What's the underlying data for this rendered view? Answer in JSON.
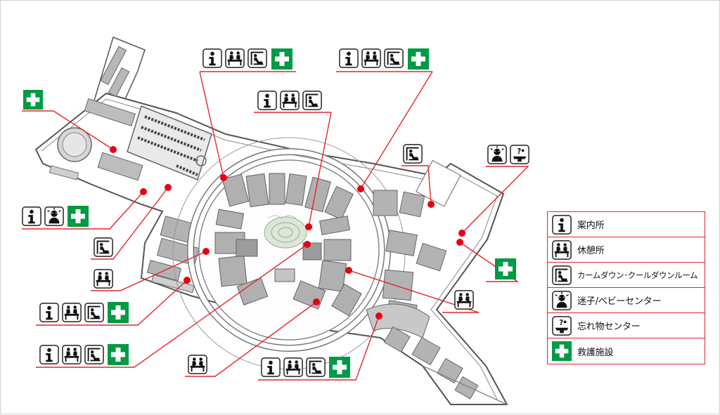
{
  "colors": {
    "leader": "#e3262b",
    "marker": "#e60012",
    "first_aid": "#009a44",
    "building": "#a9a9a9",
    "building_stroke": "#6e6e6e",
    "ground": "#ffffff",
    "green": "#cfd8c9"
  },
  "legend": [
    {
      "icon": "info-icon",
      "label": "案内所"
    },
    {
      "icon": "rest-icon",
      "label": "休憩所"
    },
    {
      "icon": "calmdown-icon",
      "label": "カームダウン･クールダウンルーム"
    },
    {
      "icon": "lost-child-icon",
      "label": "迷子/ベビーセンター"
    },
    {
      "icon": "lost-item-icon",
      "label": "忘れ物センター"
    },
    {
      "icon": "first-aid-icon",
      "label": "救護施設"
    }
  ],
  "markers": [
    {
      "name": "marker-west-gate-first-aid",
      "icons": [
        "first-aid-icon"
      ]
    },
    {
      "name": "marker-north-info-hub",
      "icons": [
        "info-icon",
        "rest-icon",
        "calmdown-icon",
        "first-aid-icon"
      ]
    },
    {
      "name": "marker-north-east-info-hub",
      "icons": [
        "info-icon",
        "rest-icon",
        "calmdown-icon",
        "first-aid-icon"
      ]
    },
    {
      "name": "marker-center-north-info",
      "icons": [
        "info-icon",
        "rest-icon",
        "calmdown-icon"
      ]
    },
    {
      "name": "marker-west-info-lost-child",
      "icons": [
        "info-icon",
        "lost-child-icon",
        "first-aid-icon"
      ]
    },
    {
      "name": "marker-west-calmdown",
      "icons": [
        "calmdown-icon"
      ]
    },
    {
      "name": "marker-west-rest",
      "icons": [
        "rest-icon"
      ]
    },
    {
      "name": "marker-south-west-info-hub",
      "icons": [
        "info-icon",
        "rest-icon",
        "calmdown-icon",
        "first-aid-icon"
      ]
    },
    {
      "name": "marker-south-west-info-hub-2",
      "icons": [
        "info-icon",
        "rest-icon",
        "calmdown-icon",
        "first-aid-icon"
      ]
    },
    {
      "name": "marker-center-rest",
      "icons": [
        "rest-icon"
      ]
    },
    {
      "name": "marker-south-info-hub",
      "icons": [
        "info-icon",
        "rest-icon",
        "calmdown-icon",
        "first-aid-icon"
      ]
    },
    {
      "name": "marker-east-rest",
      "icons": [
        "rest-icon"
      ]
    },
    {
      "name": "marker-east-calmdown",
      "icons": [
        "calmdown-icon"
      ]
    },
    {
      "name": "marker-east-lost-center",
      "icons": [
        "lost-child-icon",
        "lost-item-icon"
      ]
    },
    {
      "name": "marker-east-first-aid",
      "icons": [
        "first-aid-icon"
      ]
    }
  ]
}
